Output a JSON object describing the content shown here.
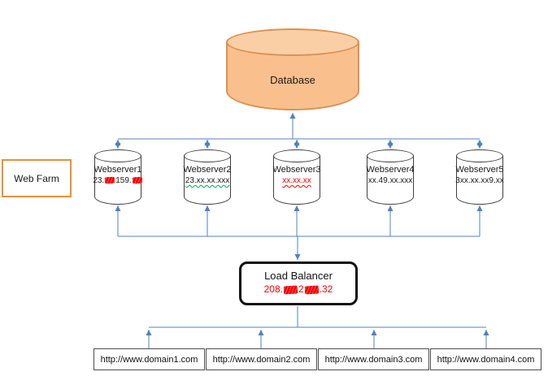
{
  "database": {
    "label": "Database"
  },
  "web_farm": {
    "label": "Web Farm"
  },
  "webservers": [
    {
      "name": "Webserver1",
      "ip_parts": [
        "23.",
        "159."
      ],
      "redacted": true
    },
    {
      "name": "Webserver2",
      "ip": "23.xx.xx.xxx"
    },
    {
      "name": "Webserver3",
      "ip": "xx.xx.xx"
    },
    {
      "name": "Webserver4",
      "ip": "xx.49.xx.xxx"
    },
    {
      "name": "Webserver5",
      "ip": "3xx.xx.xx9.xx"
    }
  ],
  "load_balancer": {
    "label": "Load Balancer",
    "ip_parts": [
      "208.",
      "2",
      ".32"
    ],
    "redacted": true
  },
  "domains": [
    "http://www.domain1.com",
    "http://www.domain2.com",
    "http://www.domain3.com",
    "http://www.domain4.com"
  ],
  "colors": {
    "connector": "#4f81bd",
    "database_fill": "#f9c08d",
    "database_border": "#dd9050",
    "web_farm_border": "#e8913a",
    "node_border": "#3f3f3f",
    "redaction": "#ff0000"
  }
}
